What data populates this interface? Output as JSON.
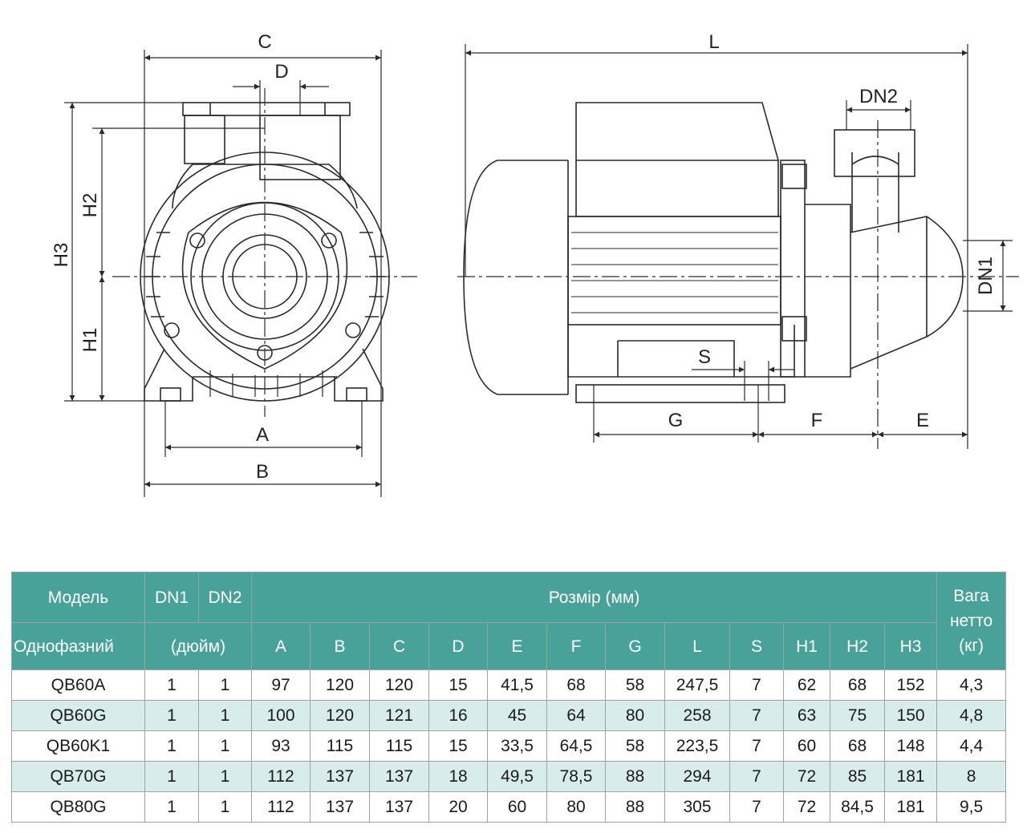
{
  "drawing": {
    "labels": {
      "C": "C",
      "D": "D",
      "H2": "H2",
      "H3": "H3",
      "H1": "H1",
      "A": "A",
      "B": "B",
      "L": "L",
      "DN2": "DN2",
      "DN1": "DN1",
      "S": "S",
      "G": "G",
      "F": "F",
      "E": "E"
    },
    "colors": {
      "line": "#2a2a2a",
      "table_header": "#48a29a",
      "table_alt_row": "#d9ecec"
    }
  },
  "table": {
    "header_top": {
      "model": "Модель",
      "dn1": "DN1",
      "dn2": "DN2",
      "size": "Розмір (мм)",
      "weight": "Вага нетто (кг)"
    },
    "header_bottom": {
      "phase": "Однофазний",
      "inch": "(дюйм)",
      "columns": [
        "A",
        "B",
        "C",
        "D",
        "E",
        "F",
        "G",
        "L",
        "S",
        "H1",
        "H2",
        "H3"
      ]
    },
    "rows": [
      [
        "QB60A",
        "1",
        "1",
        "97",
        "120",
        "120",
        "15",
        "41,5",
        "68",
        "58",
        "247,5",
        "7",
        "62",
        "68",
        "152",
        "4,3"
      ],
      [
        "QB60G",
        "1",
        "1",
        "100",
        "120",
        "121",
        "16",
        "45",
        "64",
        "80",
        "258",
        "7",
        "63",
        "75",
        "150",
        "4,8"
      ],
      [
        "QB60K1",
        "1",
        "1",
        "93",
        "115",
        "115",
        "15",
        "33,5",
        "64,5",
        "58",
        "223,5",
        "7",
        "60",
        "68",
        "148",
        "4,4"
      ],
      [
        "QB70G",
        "1",
        "1",
        "112",
        "137",
        "137",
        "18",
        "49,5",
        "78,5",
        "88",
        "294",
        "7",
        "72",
        "85",
        "181",
        "8"
      ],
      [
        "QB80G",
        "1",
        "1",
        "112",
        "137",
        "137",
        "20",
        "60",
        "80",
        "88",
        "305",
        "7",
        "72",
        "84,5",
        "181",
        "9,5"
      ]
    ]
  }
}
